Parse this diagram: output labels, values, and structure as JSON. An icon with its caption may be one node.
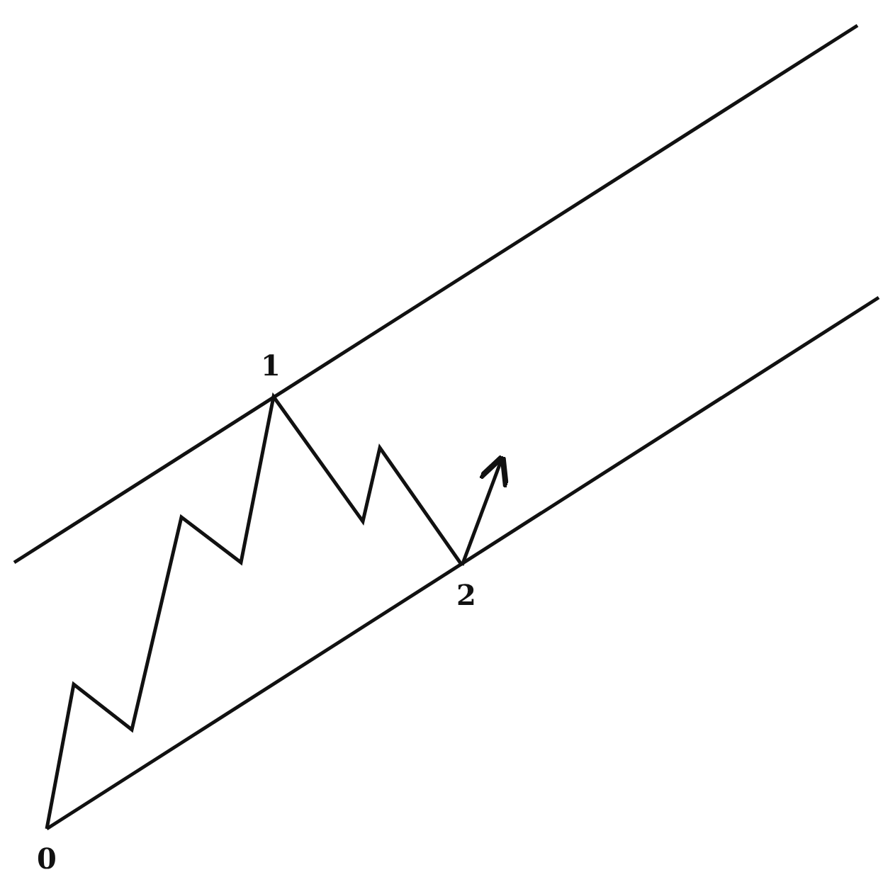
{
  "diagram": {
    "labels": [
      "1",
      "2",
      "0"
    ]
  }
}
